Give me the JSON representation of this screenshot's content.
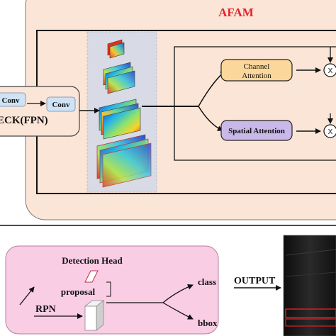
{
  "afam": {
    "title": "AFAM",
    "channel_attention_line1": "Channel",
    "channel_attention_line2": "Attention",
    "spatial_attention": "Spatial Attention",
    "multiply_symbol": "X"
  },
  "neck": {
    "conv_left": "Conv",
    "conv_right": "Conv",
    "label": "ECK(FPN)"
  },
  "detection": {
    "title": "Detection Head",
    "proposal": "proposal",
    "rpn": "RPN",
    "class": "class",
    "bbox": "bbox",
    "output": "OUTPUT"
  },
  "colors": {
    "afam_bg": "#fbe5d6",
    "afam_title": "#e8202a",
    "channel_fill": "#fcd79b",
    "spatial_fill": "#c9b8e8",
    "neck_fill": "#fbe5d6",
    "conv_fill": "#cfe3f6",
    "detection_bg": "#f9cde4",
    "feature_panel": "#d8dbe6"
  }
}
